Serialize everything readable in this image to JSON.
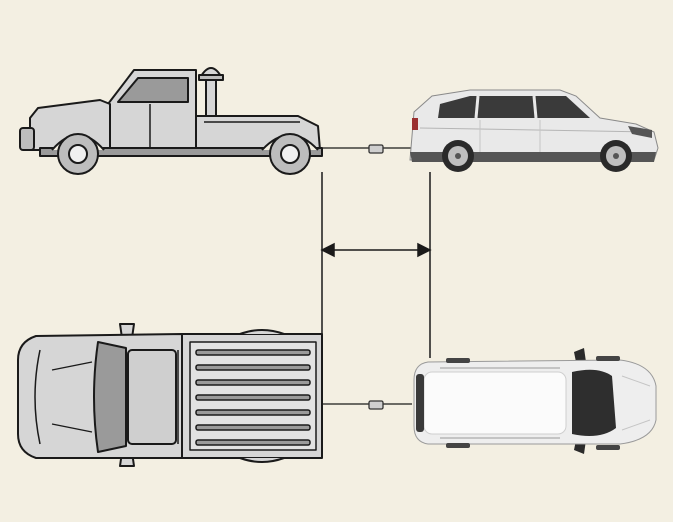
{
  "diagram": {
    "kind": "towing-distance-illustration",
    "background": "#f3efe2",
    "colors": {
      "truck_fill": "#d6d6d6",
      "truck_dark": "#9a9a9a",
      "outline": "#1a1a1a",
      "suv_body": "#e9e9e9",
      "suv_dark": "#2a2a2a",
      "rim": "#bfbfbf"
    },
    "views": [
      {
        "id": "side-view",
        "vehicles": [
          "tow-truck",
          "minivan"
        ]
      },
      {
        "id": "top-view",
        "vehicles": [
          "pickup-truck",
          "minivan"
        ]
      }
    ],
    "icons": [
      "double-arrow-icon",
      "tow-hook-icon"
    ]
  }
}
